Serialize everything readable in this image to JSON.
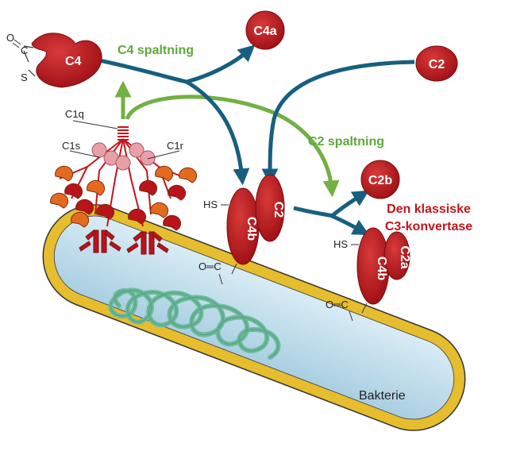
{
  "labels": {
    "c4": "C4",
    "c4a": "C4a",
    "c4_cleavage": "C4 spaltning",
    "c2": "C2",
    "c2_cleavage": "C2 spaltning",
    "c2b": "C2b",
    "c4b": "C4b",
    "c2_bound": "C2",
    "c4b_final": "C4b",
    "c2a": "C2a",
    "convertase_line1": "Den klassiske",
    "convertase_line2": "C3-konvertase",
    "c1q": "C1q",
    "c1s": "C1s",
    "c1r": "C1r",
    "hs_1": "HS",
    "hs_2": "HS",
    "thioester_o": "O",
    "thioester_c": "C",
    "thioester_s": "S",
    "carbonyl_1": "O═C",
    "carbonyl_2": "O═C",
    "bacterium": "Bakterie"
  },
  "colors": {
    "complement_red": "#b8141a",
    "arrow_blue": "#175f7e",
    "arrow_green": "#72b043",
    "label_green": "#5fa83a",
    "label_red": "#c4141c",
    "membrane_yellow": "#e6bd2c",
    "cytoplasm_blue": "#c5e0ee",
    "dna_green": "#7cc3a8",
    "c1_pink": "#e8a0a8",
    "c1_orange": "#e36a1f"
  }
}
